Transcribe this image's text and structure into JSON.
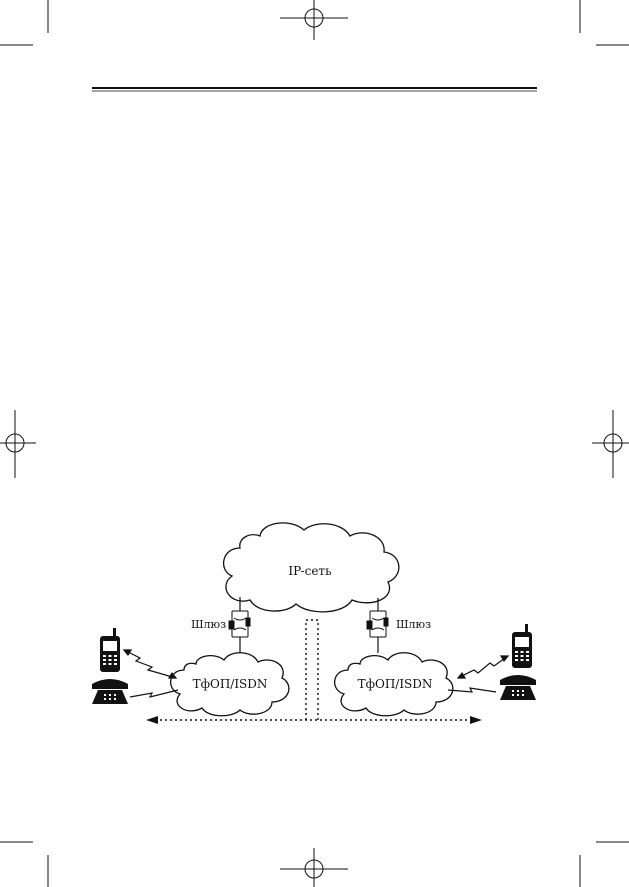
{
  "figure": {
    "ip_network_label": "IP-сеть",
    "gateway_left_label": "Шлюз",
    "gateway_right_label": "Шлюз",
    "pstn_left_label": "ТфОП/ISDN",
    "pstn_right_label": "ТфОП/ISDN"
  },
  "icons": {
    "mobile": "mobile-phone-icon",
    "desk": "desk-phone-icon",
    "gateway": "gateway-icon",
    "registration": "registration-mark-icon"
  },
  "colors": {
    "ink": "#111111",
    "paper": "#ffffff"
  }
}
